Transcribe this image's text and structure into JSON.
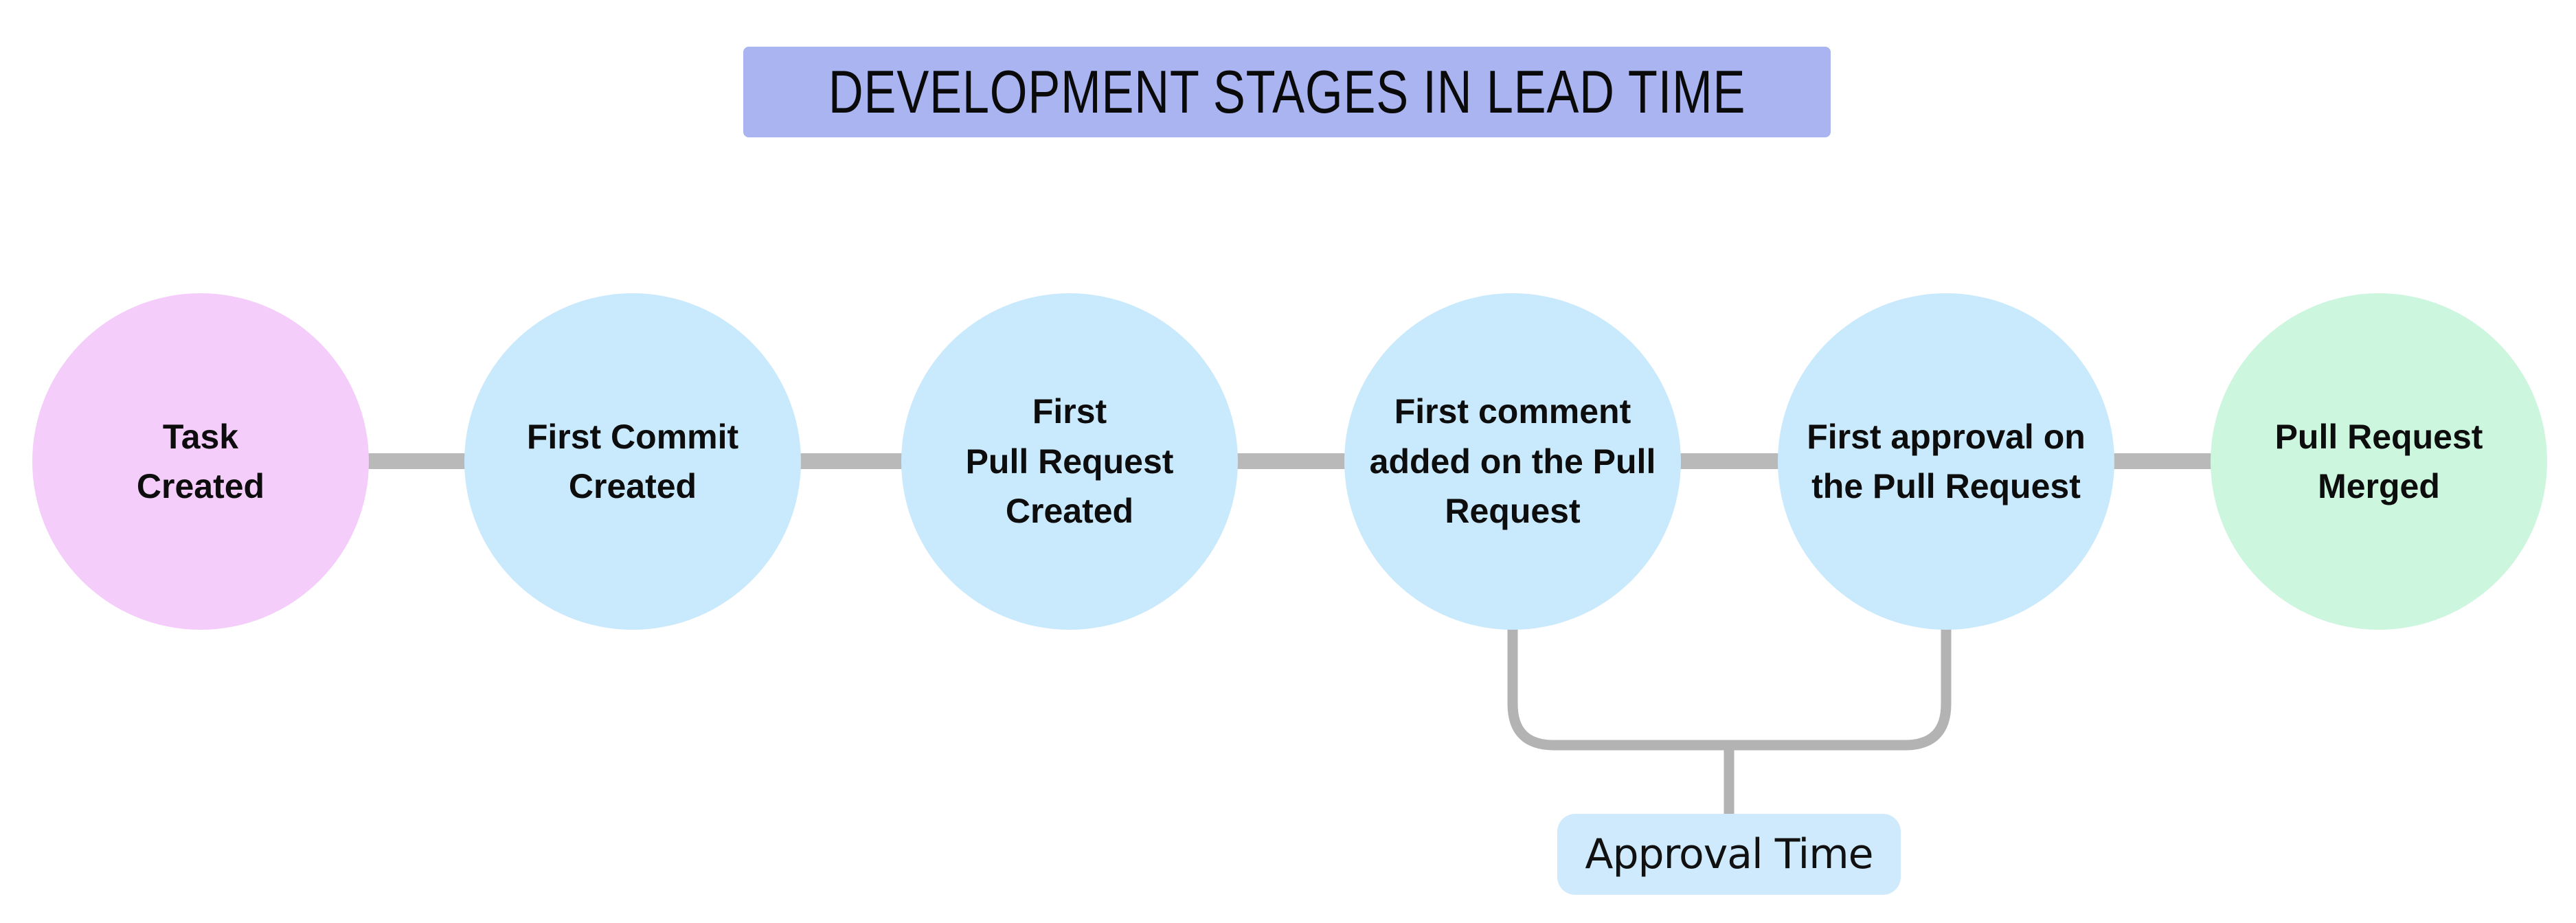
{
  "title": {
    "text": "DEVELOPMENT STAGES IN LEAD TIME",
    "bg": "#a9b4f0"
  },
  "stages": [
    {
      "label": "Task\nCreated",
      "color": "#f4cdfa"
    },
    {
      "label": "First Commit\nCreated",
      "color": "#c9e9fc"
    },
    {
      "label": "First\nPull Request\nCreated",
      "color": "#c9e9fc"
    },
    {
      "label": "First comment\nadded on the Pull\nRequest",
      "color": "#c9e9fc"
    },
    {
      "label": "First approval on\nthe Pull Request",
      "color": "#c9e9fc"
    },
    {
      "label": "Pull Request\nMerged",
      "color": "#cdf6de"
    }
  ],
  "annotation": {
    "label": "Approval Time",
    "bg": "#cfeafc",
    "from_stage": 4,
    "to_stage": 5
  },
  "colors": {
    "connector": "#b9b9b9",
    "bracket": "#b3b3b3",
    "background": "#ffffff",
    "text": "#0d0d0d"
  }
}
